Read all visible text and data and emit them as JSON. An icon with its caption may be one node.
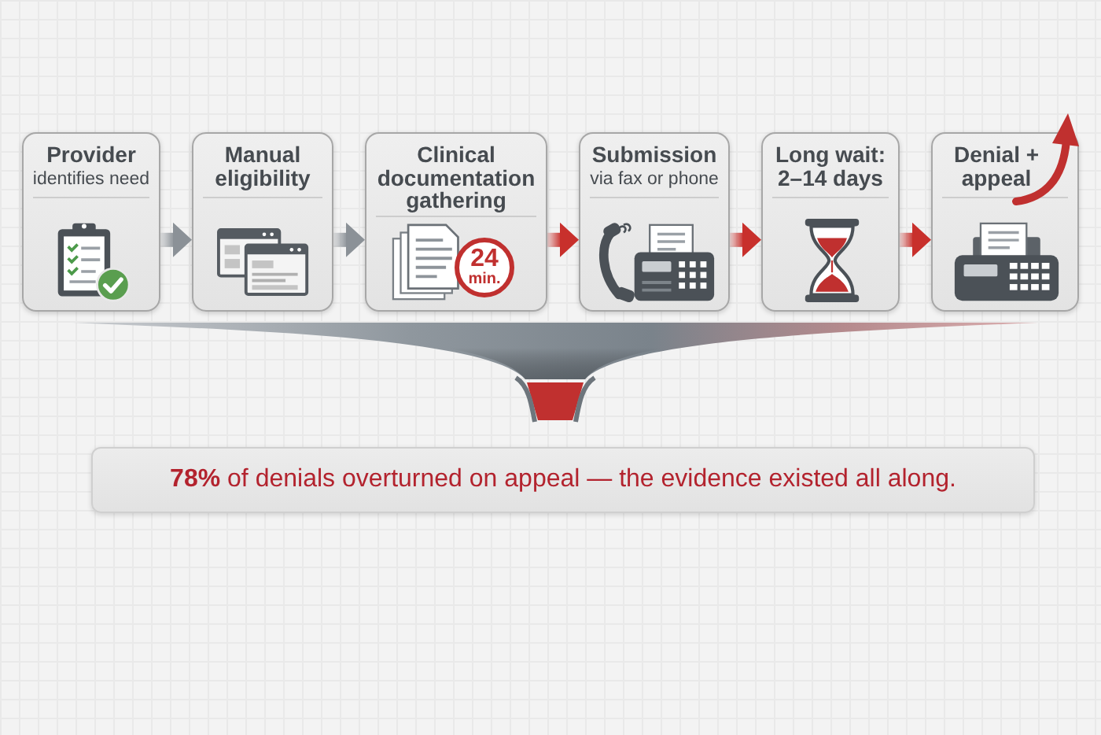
{
  "diagram": {
    "nodes": [
      {
        "text": [
          "Provider",
          "identifies need"
        ]
      },
      {
        "text": [
          "Manual eligibility"
        ]
      },
      {
        "text": [
          "Clinical documentation gathering",
          "24 min."
        ]
      },
      {
        "text": [
          "Submission",
          "via fax or phone"
        ]
      },
      {
        "text": [
          "Long wait: 2–14 days"
        ]
      },
      {
        "text": [
          "Denial + appeal"
        ]
      },
      {
        "text": [
          "**78%** of denials overturned on appeal — the evidence existed all along."
        ]
      }
    ],
    "edges": [
      {
        "from": 0,
        "to": 1,
        "arrow": "to",
        "color": "#8b9197"
      },
      {
        "from": 1,
        "to": 2,
        "arrow": "to",
        "color": "#8b9197"
      },
      {
        "from": 2,
        "to": 3,
        "arrow": "to"
      },
      {
        "from": 3,
        "to": 4,
        "arrow": "to"
      },
      {
        "from": 4,
        "to": 5,
        "arrow": "to"
      }
    ]
  }
}
